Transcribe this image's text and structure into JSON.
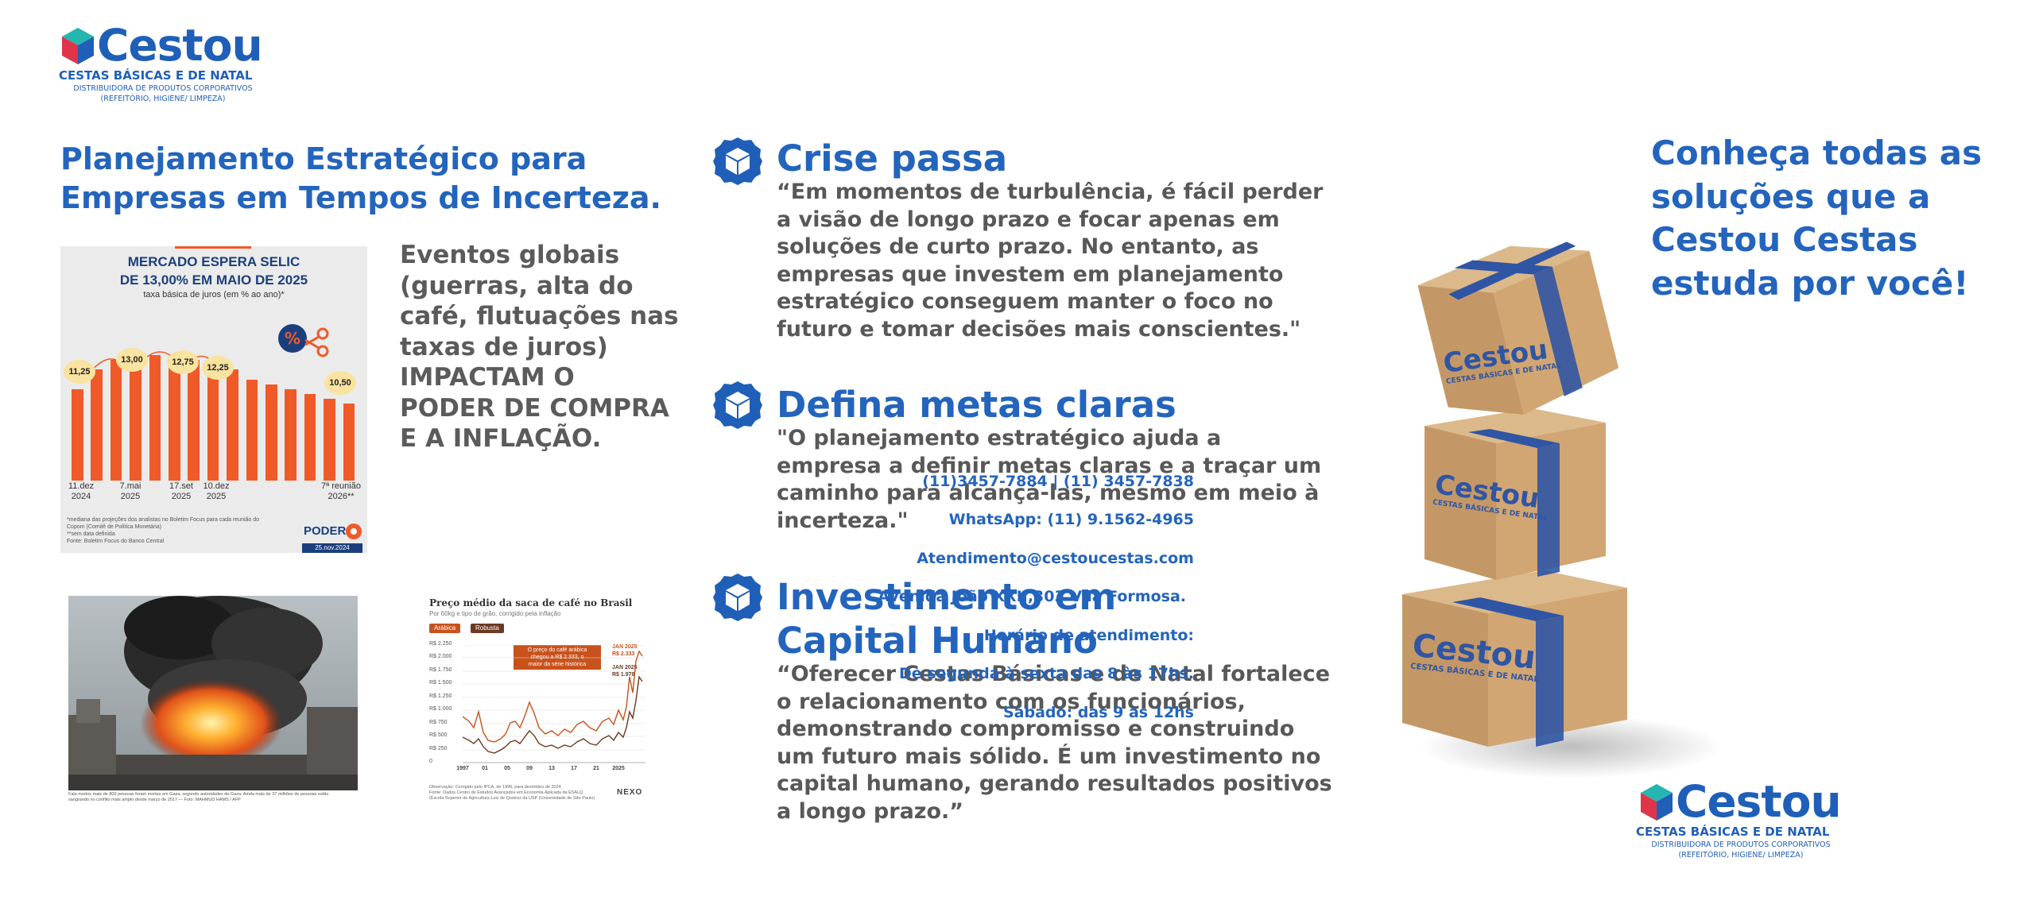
{
  "brand": {
    "name": "Cestou",
    "subtitle": "CESTAS BÁSICAS E DE NATAL",
    "tagline_1": "DISTRIBUIDORA DE PRODUTOS CORPORATIVOS",
    "tagline_2": "(REFEITÓRIO, HIGIENE/ LIMPEZA)",
    "colors": {
      "blue": "#1f5fb8",
      "teal": "#25b6b0",
      "orange": "#f05a28",
      "red": "#e0344a"
    }
  },
  "headline": {
    "line1": "Planejamento Estratégico para",
    "line2": "Empresas em Tempos de Incerteza."
  },
  "events_text": {
    "l1": "Eventos globais",
    "l2": "(guerras, alta do",
    "l3": "café, flutuações nas",
    "l4": "taxas de juros)",
    "l5": "IMPACTAM O",
    "l6": "PODER DE COMPRA",
    "l7": "E A INFLAÇÃO."
  },
  "selic_chart": {
    "title_1": "MERCADO ESPERA SELIC",
    "title_2": "DE 13,00% EM MAIO DE 2025",
    "subtitle": "taxa básica de juros (em % ao ano)*",
    "bubbles": [
      "11,25",
      "13,00",
      "12,75",
      "12,25",
      "10,50"
    ],
    "ticks": [
      {
        "a": "11.dez",
        "b": "2024"
      },
      {
        "a": "7.mai",
        "b": "2025"
      },
      {
        "a": "17.set",
        "b": "2025"
      },
      {
        "a": "10.dez",
        "b": "2025"
      },
      {
        "a": "7ª reunião",
        "b": "2026**"
      }
    ],
    "note_1": "*mediana das projeções dos analistas no Boletim Focus para cada reunião do",
    "note_2": "Copom (Comitê de Política Monetária)",
    "note_3": "**sem data definida",
    "note_4": "Fonte: Boletim Focus do Banco Central",
    "logo": "PODER",
    "date": "25.nov.2024"
  },
  "chart_data": {
    "type": "bar",
    "title": "MERCADO ESPERA SELIC DE 13,00% EM MAIO DE 2025",
    "ylabel": "taxa básica de juros (em % ao ano)*",
    "values": [
      11.25,
      12.25,
      12.75,
      13.0,
      13.0,
      12.75,
      12.75,
      12.5,
      12.25,
      11.75,
      11.5,
      11.25,
      11.0,
      10.75,
      10.5
    ],
    "labeled_points": [
      {
        "x": "11.dez 2024",
        "y": 11.25
      },
      {
        "x": "7.mai 2025",
        "y": 13.0
      },
      {
        "x": "17.set 2025",
        "y": 12.75
      },
      {
        "x": "10.dez 2025",
        "y": 12.25
      },
      {
        "x": "7ª reunião 2026**",
        "y": 10.5
      }
    ],
    "ylim": [
      0,
      14
    ],
    "grid": false
  },
  "photo": {
    "caption_1": "Fala mortos mais de 800 pessoas foram mortas em Gaza, segundo autoridades de Gaza. Ainda mais de 37 milhões de pessoas estão",
    "caption_2": "sangrando no conflito mais amplo desde março de 2017 — Foto: MAHMUD HAMS / AFP"
  },
  "coffee_chart": {
    "title": "Preço médio da saca de café no Brasil",
    "subtitle": "Por 60kg e tipo de grão, corrigido pela inflação",
    "legend": [
      "Arábica",
      "Robusta"
    ],
    "annotation_1": "O preço do café arábica",
    "annotation_2": "chegou a R$ 2.333, o",
    "annotation_3": "maior da série histórica",
    "label_jan_1": "JAN 2025",
    "label_jan_1_val": "R$ 2.333",
    "label_jan_2": "JAN 2025",
    "label_jan_2_val": "R$ 1.978",
    "y_ticks": [
      "R$ 2.250",
      "R$ 2.000",
      "R$ 1.750",
      "R$ 1.500",
      "R$ 1.250",
      "R$ 1.000",
      "R$ 750",
      "R$ 500",
      "R$ 250",
      "0"
    ],
    "x_ticks": [
      "1997",
      "01",
      "05",
      "09",
      "13",
      "17",
      "21",
      "2025"
    ],
    "note_1": "Observação: Corrigido pelo IPCA, de 1996, para dezembro de 2024.",
    "note_2": "Fonte: Dados Centro de Estudos Avançados em Economia Aplicada da ESALQ",
    "note_3": "(Escola Superior de Agricultura Luiz de Queiroz da USP (Universidade de São Paulo)",
    "logo": "NEXO"
  },
  "sections": [
    {
      "title_1": "Crise passa",
      "title_2": "",
      "lines": [
        "“Em momentos de turbulência, é fácil perder",
        "a visão de longo prazo e focar apenas em",
        "soluções de curto prazo. No entanto, as",
        "empresas que investem em planejamento",
        "estratégico conseguem manter o foco no",
        "futuro e tomar decisões mais conscientes.\""
      ]
    },
    {
      "title_1": "Defina metas claras",
      "title_2": "",
      "lines": [
        "\"O planejamento estratégico ajuda a",
        "empresa a definir metas claras e a traçar um",
        "caminho para alcançá-las, mesmo em meio à",
        "incerteza.\""
      ]
    },
    {
      "title_1": "Investimento em",
      "title_2": "Capital Humano",
      "lines": [
        "“Oferecer Cestas Básicas e de Natal fortalece",
        "o relacionamento com os funcionários,",
        "demonstrando compromisso e construindo",
        "um futuro mais sólido. É um investimento no",
        "capital humano, gerando resultados positivos",
        "a longo prazo.”"
      ]
    }
  ],
  "cta": {
    "l1": "Conheça todas as",
    "l2": "soluções que a",
    "l3": "Cestou Cestas",
    "l4": "estuda por você!"
  },
  "boxes": {
    "brand": "Cestou",
    "sub": "CESTAS BÁSICAS E DE NATAL"
  },
  "contact": {
    "phones": "(11)3457-7884 | (11) 3457-7838",
    "whatsapp": "WhatsApp: (11) 9.1562-4965",
    "email": "Atendimento@cestoucestas.com",
    "address": "Avenida João XXII,303 Vila Formosa.",
    "hours_label": "Horário de atendimento:",
    "weekdays": "De segunda à sexta das 8 às 17hs.",
    "saturday": "Sábado: das 9 às 12hs"
  }
}
